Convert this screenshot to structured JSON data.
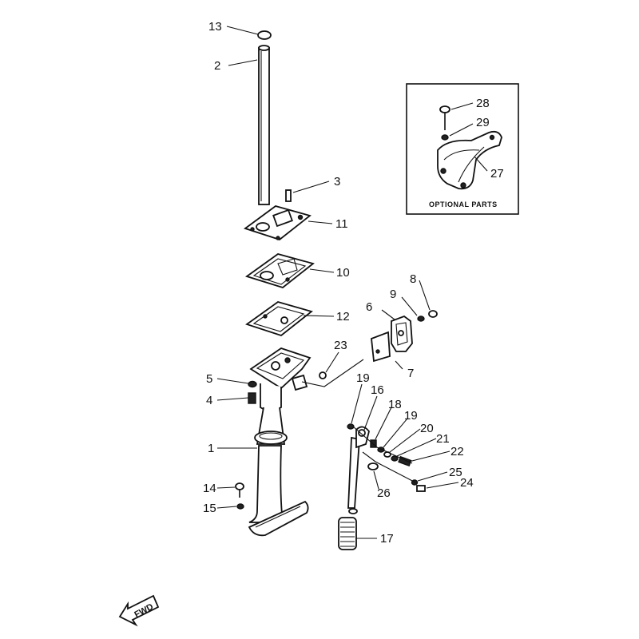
{
  "diagram": {
    "optional_box_label": "OPTIONAL PARTS",
    "fwd_label": "FWD",
    "callouts": {
      "c1": "1",
      "c2": "2",
      "c3": "3",
      "c4": "4",
      "c5": "5",
      "c6": "6",
      "c7": "7",
      "c8": "8",
      "c9": "9",
      "c10": "10",
      "c11": "11",
      "c12": "12",
      "c13": "13",
      "c14": "14",
      "c15": "15",
      "c16": "16",
      "c17": "17",
      "c18": "18",
      "c19a": "19",
      "c19b": "19",
      "c20": "20",
      "c21": "21",
      "c22": "22",
      "c23": "23",
      "c24": "24",
      "c25": "25",
      "c26": "26",
      "c27": "27",
      "c28": "28",
      "c29": "29"
    }
  }
}
